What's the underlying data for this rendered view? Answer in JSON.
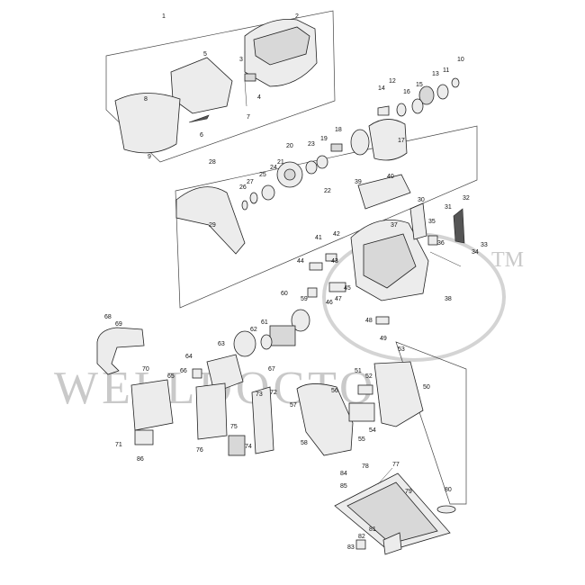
{
  "watermark": {
    "main": "WELLDOCTOR",
    "mark": "TM"
  },
  "callouts": [
    {
      "id": "1",
      "label": "1"
    },
    {
      "id": "2",
      "label": "2"
    },
    {
      "id": "3",
      "label": "3"
    },
    {
      "id": "4",
      "label": "4"
    },
    {
      "id": "5",
      "label": "5"
    },
    {
      "id": "6",
      "label": "6"
    },
    {
      "id": "7",
      "label": "7"
    },
    {
      "id": "8",
      "label": "8"
    },
    {
      "id": "9",
      "label": "9"
    },
    {
      "id": "10",
      "label": "10"
    },
    {
      "id": "11",
      "label": "11"
    },
    {
      "id": "12",
      "label": "12"
    },
    {
      "id": "13",
      "label": "13"
    },
    {
      "id": "14",
      "label": "14"
    },
    {
      "id": "15",
      "label": "15"
    },
    {
      "id": "16",
      "label": "16"
    },
    {
      "id": "17",
      "label": "17"
    },
    {
      "id": "18",
      "label": "18"
    },
    {
      "id": "19",
      "label": "19"
    },
    {
      "id": "20",
      "label": "20"
    },
    {
      "id": "21",
      "label": "21"
    },
    {
      "id": "22",
      "label": "22"
    },
    {
      "id": "23",
      "label": "23"
    },
    {
      "id": "24",
      "label": "24"
    },
    {
      "id": "25",
      "label": "25"
    },
    {
      "id": "26",
      "label": "26"
    },
    {
      "id": "27",
      "label": "27"
    },
    {
      "id": "28",
      "label": "28"
    },
    {
      "id": "29",
      "label": "29"
    },
    {
      "id": "30",
      "label": "30"
    },
    {
      "id": "31",
      "label": "31"
    },
    {
      "id": "32",
      "label": "32"
    },
    {
      "id": "33",
      "label": "33"
    },
    {
      "id": "34",
      "label": "34"
    },
    {
      "id": "35",
      "label": "35"
    },
    {
      "id": "36",
      "label": "36"
    },
    {
      "id": "37",
      "label": "37"
    },
    {
      "id": "38",
      "label": "38"
    },
    {
      "id": "39",
      "label": "39"
    },
    {
      "id": "40",
      "label": "40"
    },
    {
      "id": "41",
      "label": "41"
    },
    {
      "id": "42",
      "label": "42"
    },
    {
      "id": "43",
      "label": "43"
    },
    {
      "id": "44",
      "label": "44"
    },
    {
      "id": "45",
      "label": "45"
    },
    {
      "id": "46",
      "label": "46"
    },
    {
      "id": "47",
      "label": "47"
    },
    {
      "id": "48",
      "label": "48"
    },
    {
      "id": "49",
      "label": "49"
    },
    {
      "id": "50",
      "label": "50"
    },
    {
      "id": "51",
      "label": "51"
    },
    {
      "id": "52",
      "label": "52"
    },
    {
      "id": "53",
      "label": "53"
    },
    {
      "id": "54",
      "label": "54"
    },
    {
      "id": "55",
      "label": "55"
    },
    {
      "id": "56",
      "label": "56"
    },
    {
      "id": "57",
      "label": "57"
    },
    {
      "id": "58",
      "label": "58"
    },
    {
      "id": "59",
      "label": "59"
    },
    {
      "id": "60",
      "label": "60"
    },
    {
      "id": "61",
      "label": "61"
    },
    {
      "id": "62",
      "label": "62"
    },
    {
      "id": "63",
      "label": "63"
    },
    {
      "id": "64",
      "label": "64"
    },
    {
      "id": "65",
      "label": "65"
    },
    {
      "id": "66",
      "label": "66"
    },
    {
      "id": "67",
      "label": "67"
    },
    {
      "id": "68",
      "label": "68"
    },
    {
      "id": "69",
      "label": "69"
    },
    {
      "id": "70",
      "label": "70"
    },
    {
      "id": "71",
      "label": "71"
    },
    {
      "id": "72",
      "label": "72"
    },
    {
      "id": "73",
      "label": "73"
    },
    {
      "id": "74",
      "label": "74"
    },
    {
      "id": "75",
      "label": "75"
    },
    {
      "id": "76",
      "label": "76"
    },
    {
      "id": "77",
      "label": "77"
    },
    {
      "id": "78",
      "label": "78"
    },
    {
      "id": "79",
      "label": "79"
    },
    {
      "id": "80",
      "label": "80"
    },
    {
      "id": "81",
      "label": "81"
    },
    {
      "id": "82",
      "label": "82"
    },
    {
      "id": "83",
      "label": "83"
    },
    {
      "id": "84",
      "label": "84"
    },
    {
      "id": "85",
      "label": "85"
    },
    {
      "id": "86",
      "label": "86"
    }
  ]
}
